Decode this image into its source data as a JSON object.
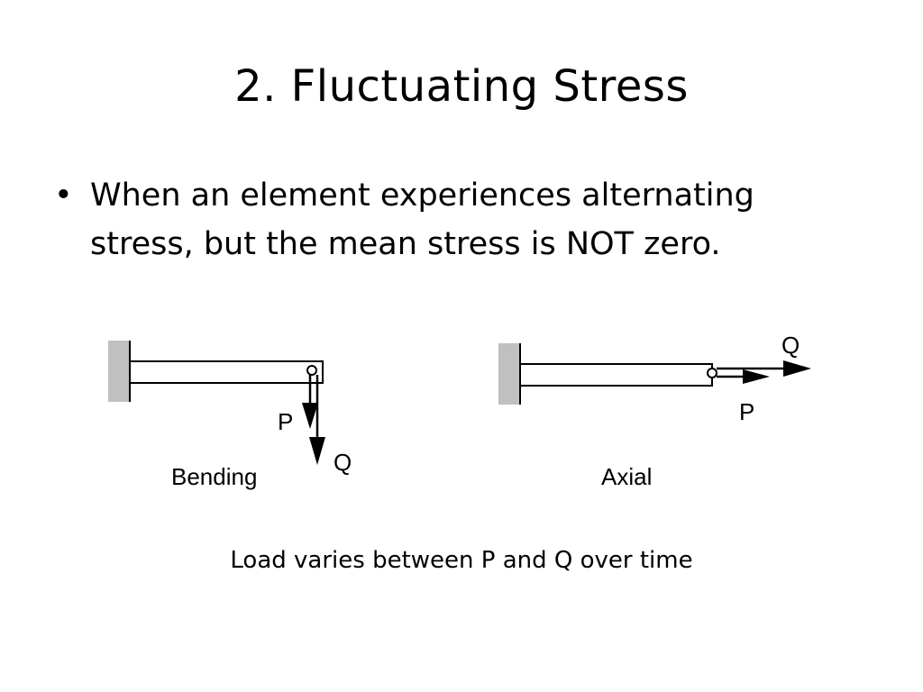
{
  "slide": {
    "title": "2. Fluctuating Stress",
    "bullet": {
      "marker": "•",
      "text": "When an element experiences alternating\nstress, but the mean stress is NOT zero."
    },
    "caption": "Load varies between P and Q over time"
  },
  "diagram": {
    "bending": {
      "label": "Bending",
      "load_p_label": "P",
      "load_q_label": "Q"
    },
    "axial": {
      "label": "Axial",
      "load_p_label": "P",
      "load_q_label": "Q"
    },
    "colors": {
      "wall": "#c0c0c0",
      "line": "#000000"
    }
  }
}
